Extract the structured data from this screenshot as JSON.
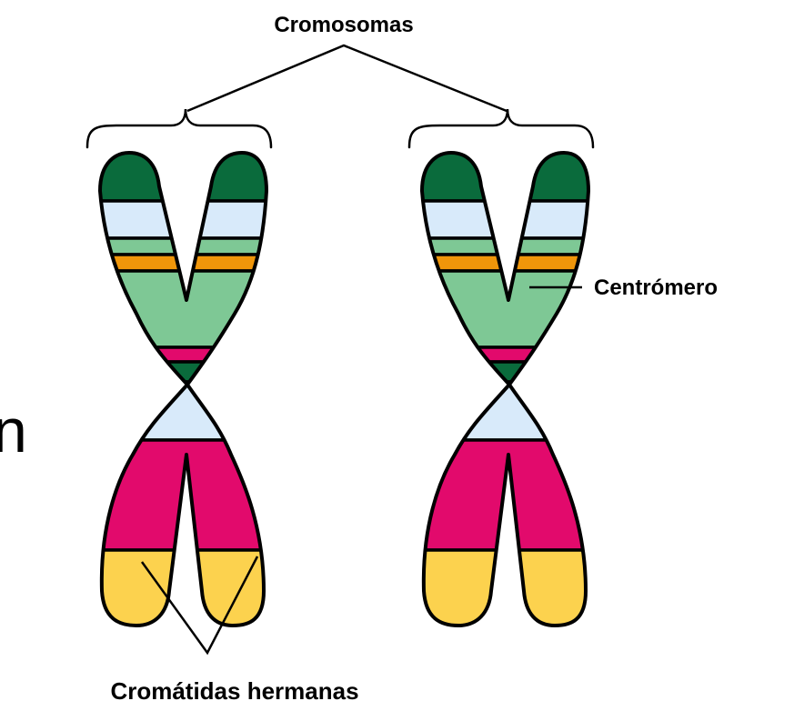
{
  "labels": {
    "chromosomes": "Cromosomas",
    "centromere": "Centrómero",
    "sister_chromatids": "Cromátidas hermanas"
  },
  "colors": {
    "dark_green": "#0a6b3c",
    "pale_blue": "#d8eafa",
    "light_green": "#7ec895",
    "orange": "#f0960a",
    "magenta": "#e20a6c",
    "yellow": "#fcd24e",
    "outline": "#000000"
  },
  "band_order": [
    "dark_green",
    "pale_blue",
    "light_green",
    "orange",
    "light_green",
    "magenta",
    "dark_green",
    "pale_blue",
    "magenta",
    "yellow"
  ],
  "chromosome_count": 2
}
